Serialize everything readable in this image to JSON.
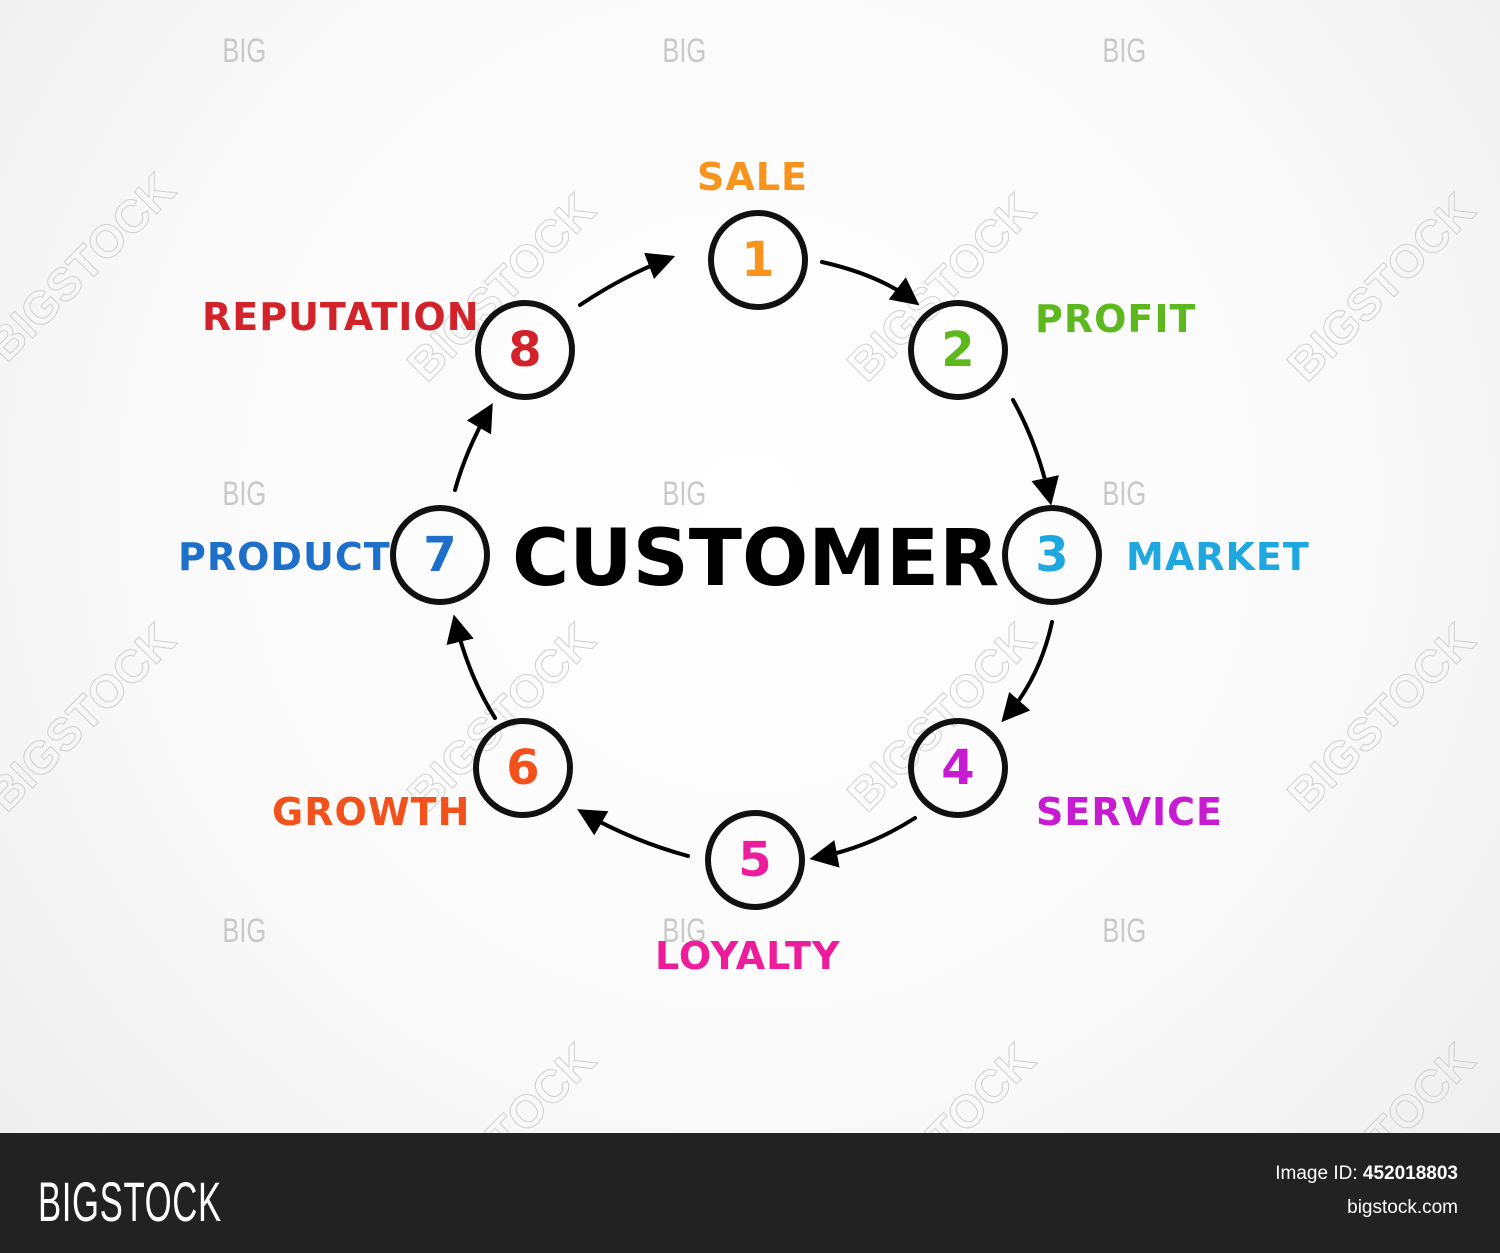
{
  "diagram": {
    "center_label": "CUSTOMER",
    "nodes": [
      {
        "number": "1",
        "label": "SALE",
        "color": "#F7941D"
      },
      {
        "number": "2",
        "label": "PROFIT",
        "color": "#5DB81E"
      },
      {
        "number": "3",
        "label": "MARKET",
        "color": "#1FA8E0"
      },
      {
        "number": "4",
        "label": "SERVICE",
        "color": "#C61BD1"
      },
      {
        "number": "5",
        "label": "LOYALTY",
        "color": "#EC1C9A"
      },
      {
        "number": "6",
        "label": "GROWTH",
        "color": "#F2511B"
      },
      {
        "number": "7",
        "label": "PRODUCT",
        "color": "#1D6FC9"
      },
      {
        "number": "8",
        "label": "REPUTATION",
        "color": "#D2232A"
      }
    ],
    "flow": "clockwise 1→2→3→4→5→6→7→8→1"
  },
  "watermark": {
    "small_text": "BIG",
    "diagonal_text": "BIGSTOCK"
  },
  "footer": {
    "brand": "BIGSTOCK",
    "image_id_label": "Image ID:",
    "image_id_value": "452018803",
    "site": "bigstock.com"
  }
}
